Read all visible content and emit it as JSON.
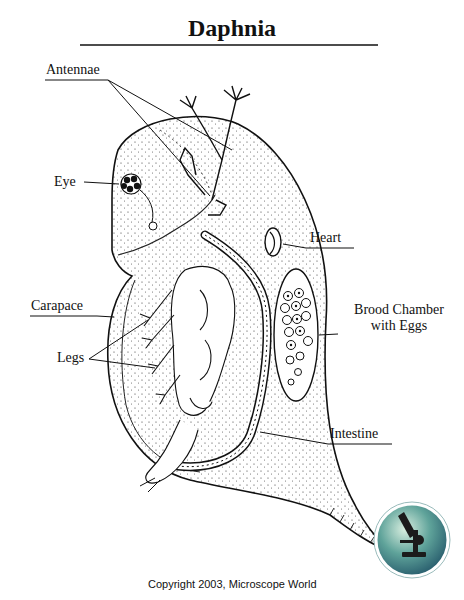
{
  "diagram": {
    "title": "Daphnia",
    "labels": [
      "Antennae",
      "Eye",
      "Heart",
      "Carapace",
      "Brood Chamber with Eggs",
      "Legs",
      "Intestine",
      "Copyright 2003, Microscope World"
    ]
  }
}
